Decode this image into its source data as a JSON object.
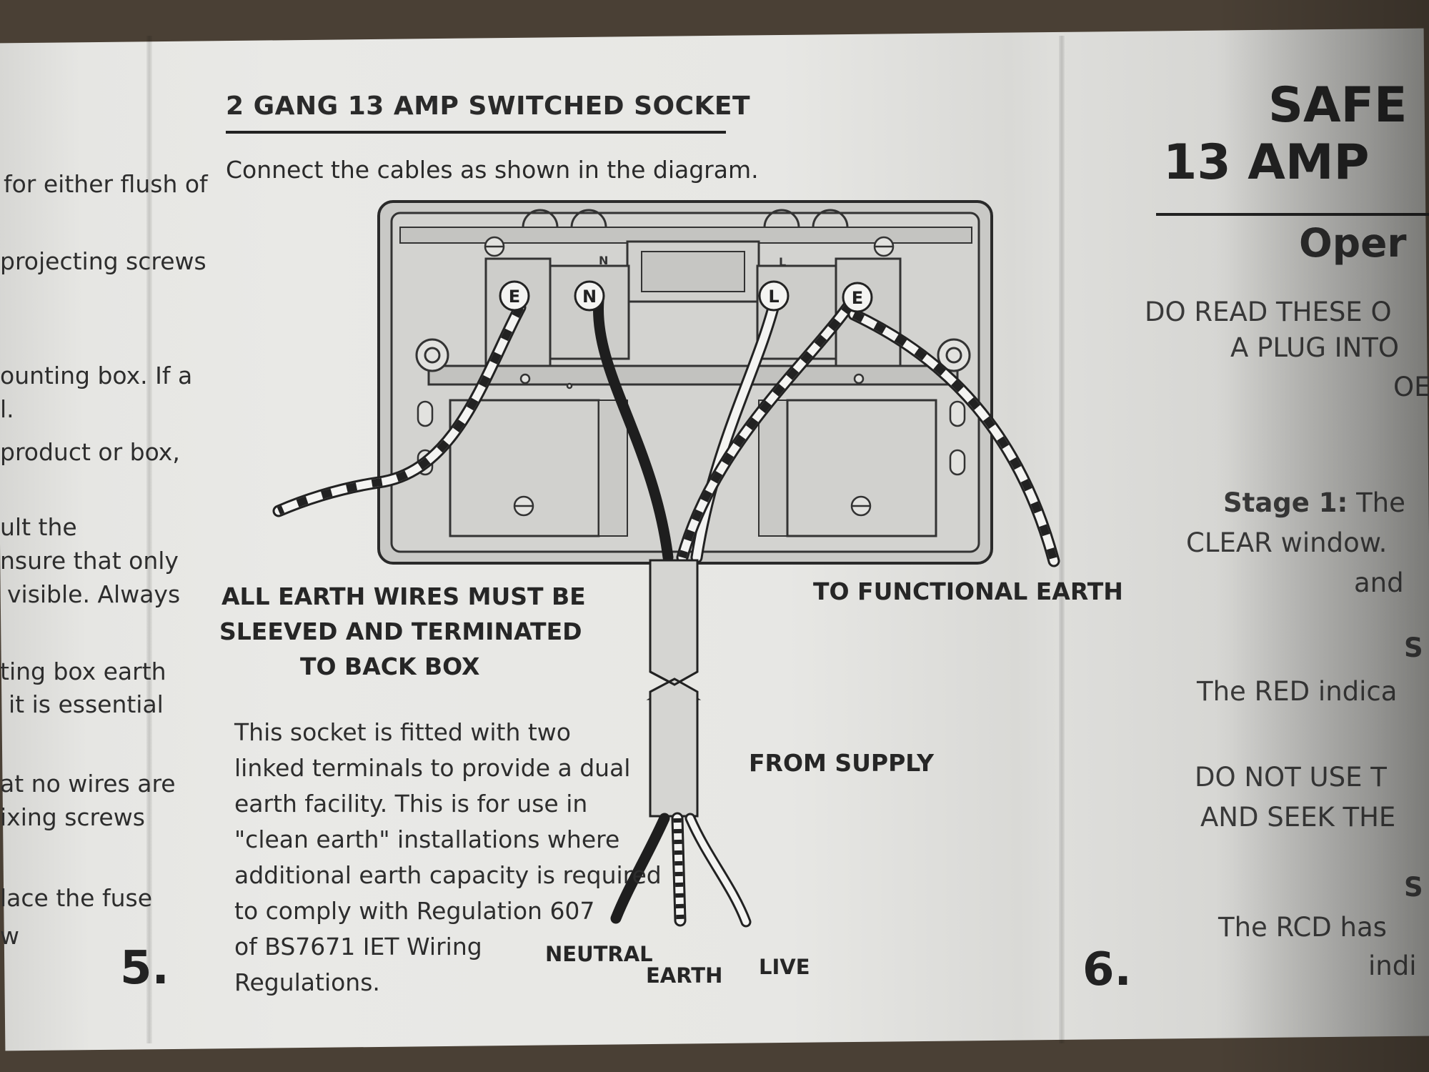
{
  "left_page": {
    "lines": [
      "for either flush of",
      "projecting screws",
      "ounting box. If a",
      "l.",
      "product or box,",
      "ult the",
      "nsure that only",
      "visible. Always",
      "ting box earth",
      "it is essential",
      "at no wires are",
      "ixing screws",
      "lace the fuse",
      "w"
    ],
    "page_number": "5."
  },
  "main_page": {
    "title": "2 GANG 13 AMP SWITCHED SOCKET",
    "instruction": "Connect the cables as shown in the diagram.",
    "terminals": [
      "E",
      "N",
      "L",
      "E"
    ],
    "terminal_small_labels": [
      "N",
      "L"
    ],
    "earth_note": [
      "ALL EARTH WIRES MUST BE",
      "SLEEVED AND TERMINATED",
      "TO BACK BOX"
    ],
    "functional_earth": "TO FUNCTIONAL EARTH",
    "from_supply": "FROM SUPPLY",
    "wire_labels": {
      "neutral": "NEUTRAL",
      "earth": "EARTH",
      "live": "LIVE"
    },
    "note_lines": [
      "This socket is fitted with two",
      "linked terminals to provide a dual",
      "earth facility. This is for use in",
      "\"clean earth\" installations where",
      "additional earth capacity is required",
      "to comply with Regulation 607",
      "of BS7671 IET Wiring",
      "Regulations."
    ],
    "page_number": "6."
  },
  "right_page": {
    "title_lines": [
      "SAFE",
      "13 AMP"
    ],
    "subtitle": "Oper",
    "warning_lines": [
      "DO READ THESE O",
      "A PLUG INTO",
      "OE"
    ],
    "stage1_label": "Stage 1:",
    "stage1_rest": "The",
    "stage_lines": [
      "CLEAR window.",
      "and"
    ],
    "s_fragment_1": "S",
    "red_line": "The RED indica",
    "do_not_lines": [
      "DO NOT USE T",
      "AND SEEK THE"
    ],
    "s_fragment_2": "S",
    "rcd_lines": [
      "The RCD has",
      "indi"
    ]
  },
  "colors": {
    "paper": "#e8e8e5",
    "ink": "#222222",
    "box_fill": "#cfcfcc",
    "wire_dark": "#222222",
    "wire_light": "#f4f4f2"
  }
}
